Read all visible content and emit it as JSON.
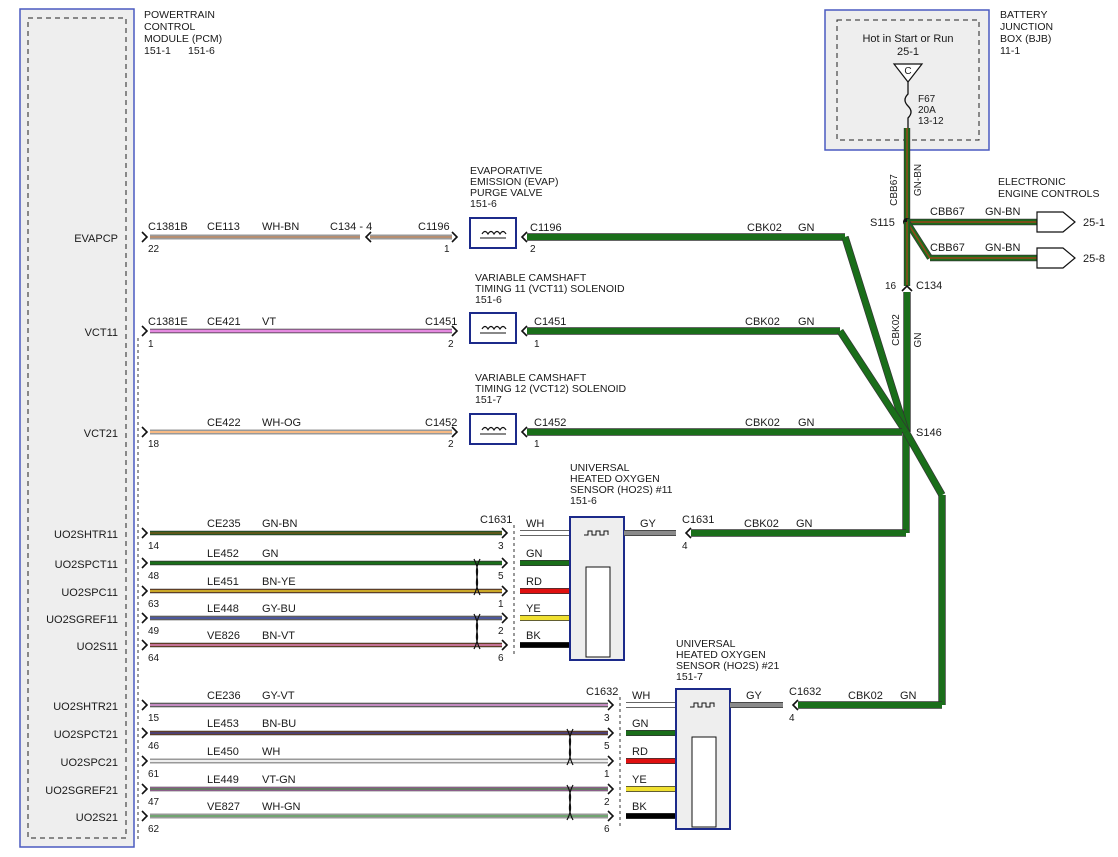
{
  "pcm": {
    "title_lines": [
      "POWERTRAIN",
      "CONTROL",
      "MODULE (PCM)"
    ],
    "refs": [
      "151-1",
      "151-6"
    ]
  },
  "bjb": {
    "title_lines": [
      "BATTERY",
      "JUNCTION",
      "BOX (BJB)"
    ],
    "ref": "11-1",
    "hot_label": "Hot in Start or Run",
    "hot_ref": "25-1",
    "term": "C",
    "fuse_lines": [
      "F67",
      "20A",
      "13-12"
    ]
  },
  "eec": {
    "title_lines": [
      "ELECTRONIC",
      "ENGINE CONTROLS"
    ],
    "refs": [
      "25-1",
      "25-8"
    ]
  },
  "splices": [
    "S115",
    "S146"
  ],
  "trunk": {
    "upper_circuit": "CBB67",
    "upper_color": "GN-BN",
    "lower_circuit": "CBK02",
    "lower_color": "GN",
    "c134_pin": "16",
    "c134": "C134",
    "branch_circuit": "CBB67",
    "branch_color": "GN-BN"
  },
  "evap": {
    "title_lines": [
      "EVAPORATIVE",
      "EMISSION (EVAP)",
      "PURGE VALVE",
      "151-6"
    ],
    "signal": "EVAPCP",
    "pcm_conn": "C1381B",
    "pcm_pin": "22",
    "circuit": "CE113",
    "color": "WH-BN",
    "inline_conn": "C134 - 4",
    "left_conn": "C1196",
    "left_pin": "1",
    "right_conn": "C1196",
    "right_pin": "2",
    "out_circuit": "CBK02",
    "out_color": "GN"
  },
  "vct11": {
    "title_lines": [
      "VARIABLE CAMSHAFT",
      "TIMING 11 (VCT11) SOLENOID",
      "151-6"
    ],
    "signal": "VCT11",
    "pcm_conn": "C1381E",
    "pcm_pin": "1",
    "circuit": "CE421",
    "color": "VT",
    "left_conn": "C1451",
    "left_pin": "2",
    "right_conn": "C1451",
    "right_pin": "1",
    "out_circuit": "CBK02",
    "out_color": "GN"
  },
  "vct21": {
    "title_lines": [
      "VARIABLE CAMSHAFT",
      "TIMING 12 (VCT12) SOLENOID",
      "151-7"
    ],
    "signal": "VCT21",
    "pcm_pin": "18",
    "circuit": "CE422",
    "color": "WH-OG",
    "left_conn": "C1452",
    "left_pin": "2",
    "right_conn": "C1452",
    "right_pin": "1",
    "out_circuit": "CBK02",
    "out_color": "GN"
  },
  "ho2s11": {
    "title_lines": [
      "UNIVERSAL",
      "HEATED OXYGEN",
      "SENSOR (HO2S) #11",
      "151-6"
    ],
    "conn": "C1631",
    "out_conn": "C1631",
    "out_pin": "4",
    "out_circuit": "CBK02",
    "out_color": "GN",
    "heater_out_color": "GY",
    "rows": [
      {
        "signal": "UO2SHTR11",
        "pin": "14",
        "circuit": "CE235",
        "color": "GN-BN",
        "cpin": "3",
        "lead": "WH"
      },
      {
        "signal": "UO2SPCT11",
        "pin": "48",
        "circuit": "LE452",
        "color": "GN",
        "cpin": "5",
        "lead": "GN"
      },
      {
        "signal": "UO2SPC11",
        "pin": "63",
        "circuit": "LE451",
        "color": "BN-YE",
        "cpin": "1",
        "lead": "RD"
      },
      {
        "signal": "UO2SGREF11",
        "pin": "49",
        "circuit": "LE448",
        "color": "GY-BU",
        "cpin": "2",
        "lead": "YE"
      },
      {
        "signal": "UO2S11",
        "pin": "64",
        "circuit": "VE826",
        "color": "BN-VT",
        "cpin": "6",
        "lead": "BK"
      }
    ]
  },
  "ho2s21": {
    "title_lines": [
      "UNIVERSAL",
      "HEATED OXYGEN",
      "SENSOR (HO2S) #21",
      "151-7"
    ],
    "conn": "C1632",
    "out_conn": "C1632",
    "out_pin": "4",
    "out_circuit": "CBK02",
    "out_color": "GN",
    "heater_out_color": "GY",
    "rows": [
      {
        "signal": "UO2SHTR21",
        "pin": "15",
        "circuit": "CE236",
        "color": "GY-VT",
        "cpin": "3",
        "lead": "WH"
      },
      {
        "signal": "UO2SPCT21",
        "pin": "46",
        "circuit": "LE453",
        "color": "BN-BU",
        "cpin": "5",
        "lead": "GN"
      },
      {
        "signal": "UO2SPC21",
        "pin": "61",
        "circuit": "LE450",
        "color": "WH",
        "cpin": "1",
        "lead": "RD"
      },
      {
        "signal": "UO2SGREF21",
        "pin": "47",
        "circuit": "LE449",
        "color": "VT-GN",
        "cpin": "2",
        "lead": "YE"
      },
      {
        "signal": "UO2S21",
        "pin": "62",
        "circuit": "VE827",
        "color": "WH-GN",
        "cpin": "6",
        "lead": "BK"
      }
    ]
  },
  "wire_colors": {
    "GN": "#1a6e1a",
    "BN": "#8b4a1a",
    "WH": "#ffffff",
    "VT": "#e58ae0",
    "OG": "#f2903a",
    "YE": "#f0e030",
    "GY": "#8a8a8a",
    "BU": "#2a3aa8",
    "RD": "#e01010",
    "BK": "#000000"
  }
}
